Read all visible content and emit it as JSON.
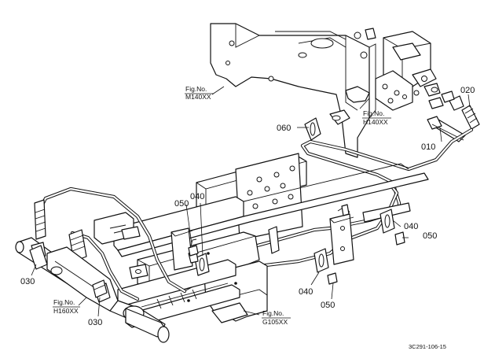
{
  "callouts": {
    "c010": "010",
    "c020": "020",
    "c030a": "030",
    "c030b": "030",
    "c040a": "040",
    "c040b": "040",
    "c040c": "040",
    "c050a": "050",
    "c050b": "050",
    "c050c": "050",
    "c060": "060"
  },
  "fig_refs": {
    "m140": {
      "line1": "Fig.No.",
      "line2": "M140XX"
    },
    "h140": {
      "line1": "Fig.No.",
      "line2": "H140XX"
    },
    "h160": {
      "line1": "Fig.No.",
      "line2": "H160XX"
    },
    "g105": {
      "line1": "Fig.No.",
      "line2": "G105XX"
    }
  },
  "drawing_number": "3C291-106-15"
}
